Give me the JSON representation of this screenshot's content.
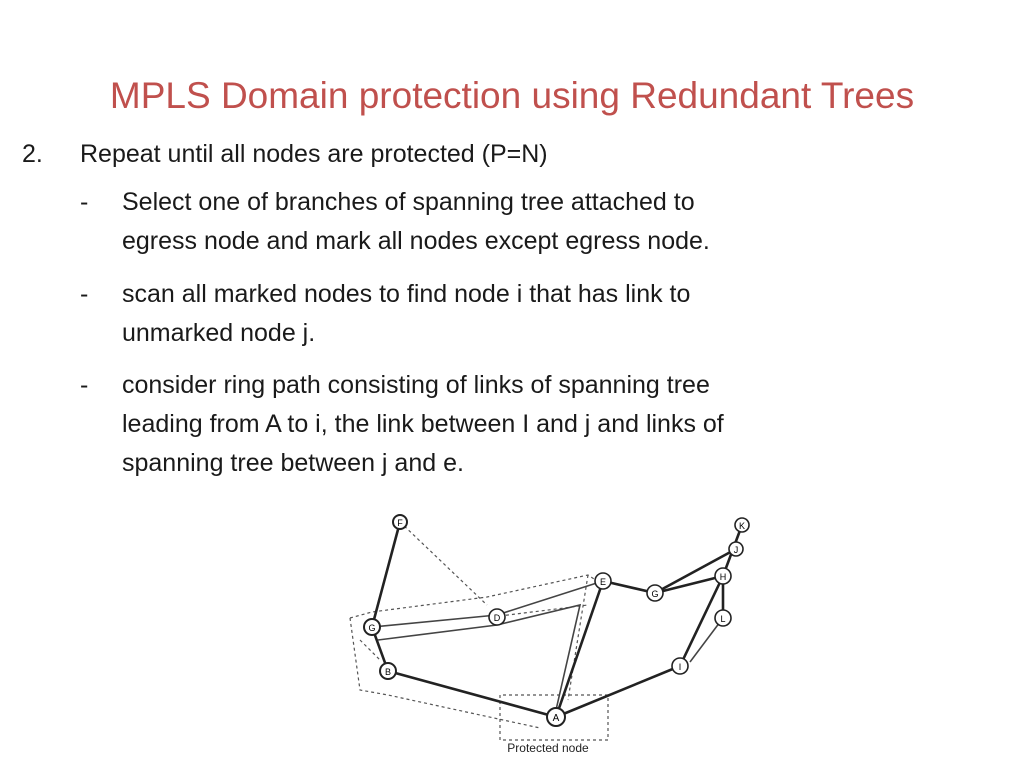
{
  "slide": {
    "title": "MPLS Domain protection using Redundant Trees",
    "step": {
      "marker": "2.",
      "text": "Repeat until all nodes are protected (P=N)"
    },
    "bullets": [
      {
        "marker": "-",
        "lines": [
          "Select  one of branches of spanning tree attached to",
          "egress node and mark all nodes except egress node."
        ]
      },
      {
        "marker": "-",
        "lines": [
          "scan all marked nodes to find node i that has link to",
          "unmarked node j."
        ]
      },
      {
        "marker": "-",
        "lines": [
          "consider ring path consisting of links of spanning tree",
          "leading  from A to i, the link between I and j and links of",
          "spanning tree between j and e."
        ]
      }
    ]
  },
  "diagram": {
    "nodes": {
      "f": "F",
      "g": "G",
      "b": "B",
      "d": "D",
      "e": "E",
      "a": "A",
      "gg": "G",
      "k": "K",
      "j": "J",
      "h": "H",
      "l": "L",
      "i": "I"
    },
    "caption": "Protected node"
  }
}
